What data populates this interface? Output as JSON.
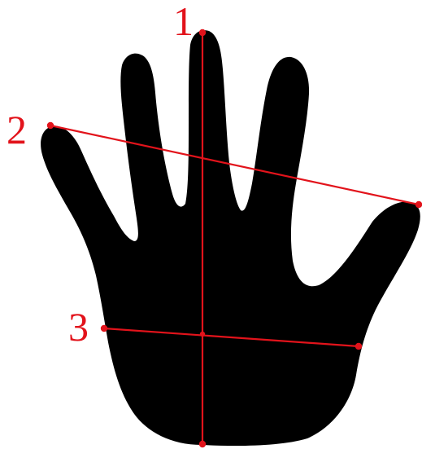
{
  "figure": {
    "labels": [
      "1",
      "2",
      "3"
    ],
    "colors": {
      "hand": "#000000",
      "measurement": "#e2131b",
      "background": "#ffffff"
    }
  }
}
